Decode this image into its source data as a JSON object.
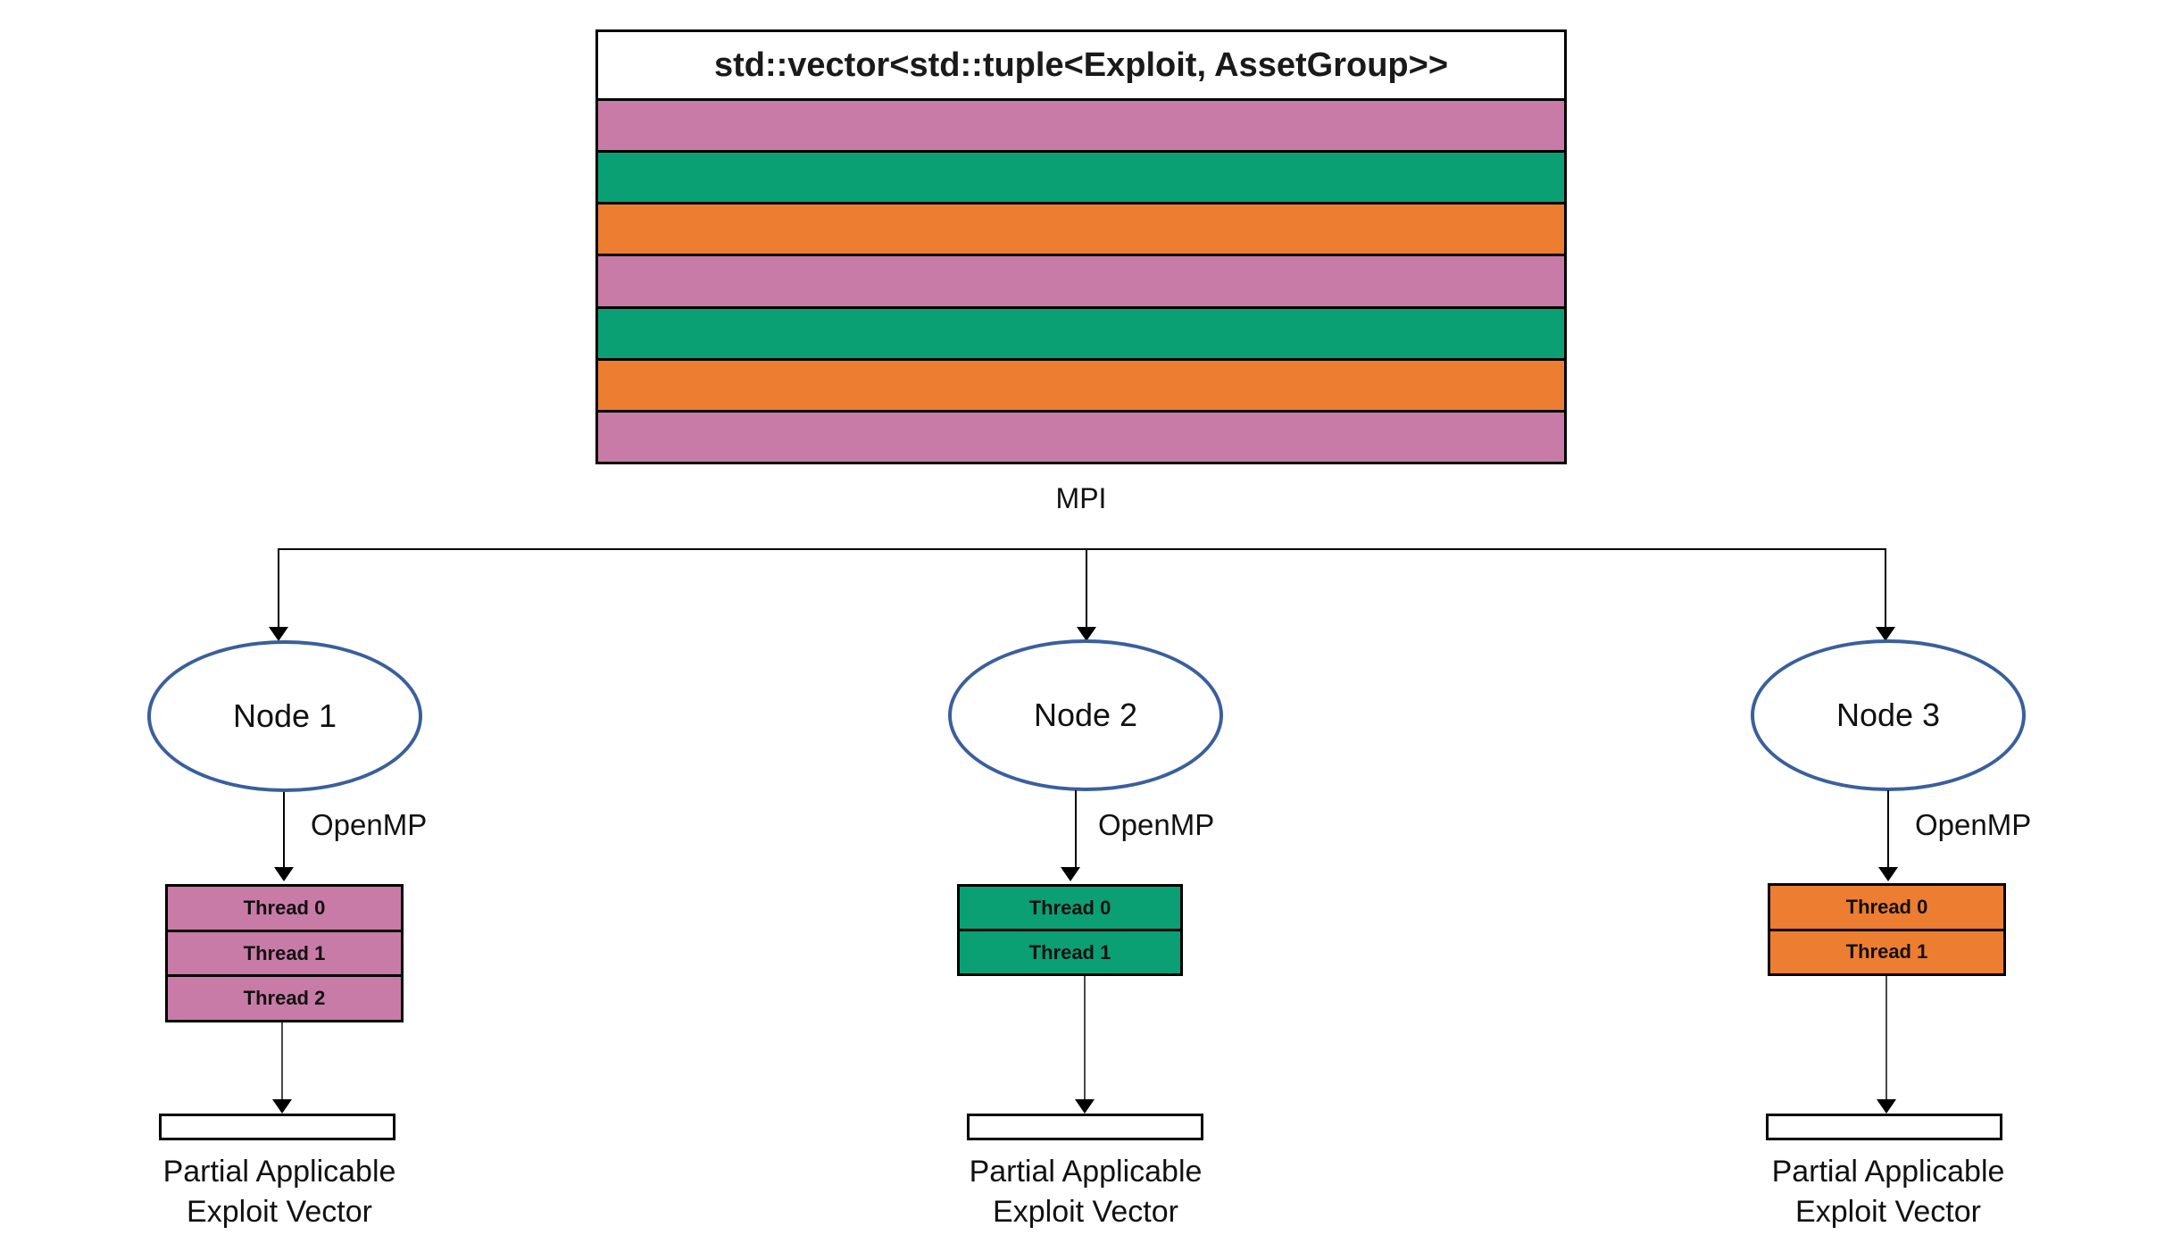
{
  "colors": {
    "pink": "#C97BA7",
    "green": "#0AA074",
    "orange": "#ED7D31",
    "node_stroke": "#3A5F9C"
  },
  "vector_box": {
    "title": "std::vector<std::tuple<Exploit, AssetGroup>>",
    "stripes": [
      "pink",
      "green",
      "orange",
      "pink",
      "green",
      "orange",
      "pink"
    ]
  },
  "mpi_label": "MPI",
  "nodes": [
    {
      "label": "Node 1",
      "openmp_label": "OpenMP",
      "color": "pink",
      "threads": [
        "Thread 0",
        "Thread 1",
        "Thread 2"
      ],
      "output_label": [
        "Partial Applicable",
        "Exploit Vector"
      ]
    },
    {
      "label": "Node 2",
      "openmp_label": "OpenMP",
      "color": "green",
      "threads": [
        "Thread 0",
        "Thread 1"
      ],
      "output_label": [
        "Partial Applicable",
        "Exploit Vector"
      ]
    },
    {
      "label": "Node 3",
      "openmp_label": "OpenMP",
      "color": "orange",
      "threads": [
        "Thread 0",
        "Thread 1"
      ],
      "output_label": [
        "Partial Applicable",
        "Exploit Vector"
      ]
    }
  ]
}
